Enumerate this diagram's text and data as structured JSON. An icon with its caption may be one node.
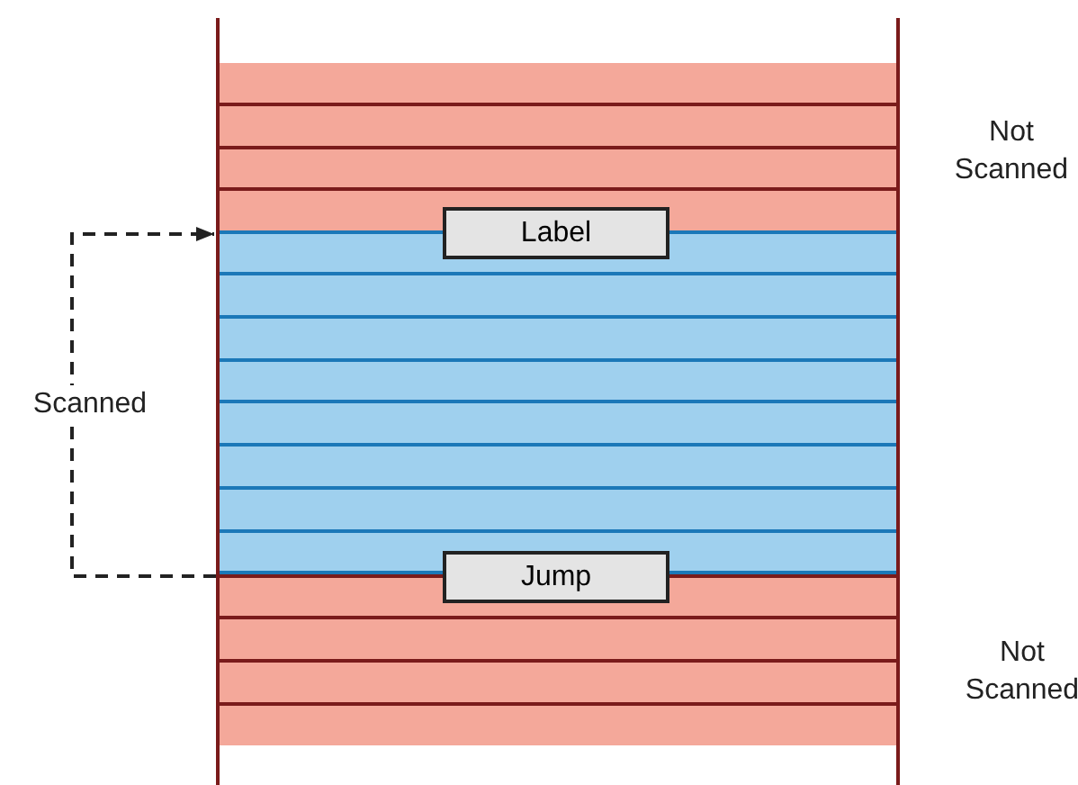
{
  "diagram": {
    "nodes": [
      {
        "text": [],
        "shape": "bar",
        "beside": [
          "Not Scanned"
        ]
      },
      {
        "text": [],
        "shape": "bar"
      },
      {
        "text": [
          "Label"
        ]
      },
      {
        "text": [
          "Jump"
        ]
      },
      {
        "text": [],
        "shape": "bar",
        "beside": [
          "Not Scanned"
        ]
      }
    ],
    "edges": [
      {
        "from": 4,
        "to": 1,
        "arrow": "to",
        "style": "dashed",
        "label": "Scanned"
      }
    ]
  }
}
